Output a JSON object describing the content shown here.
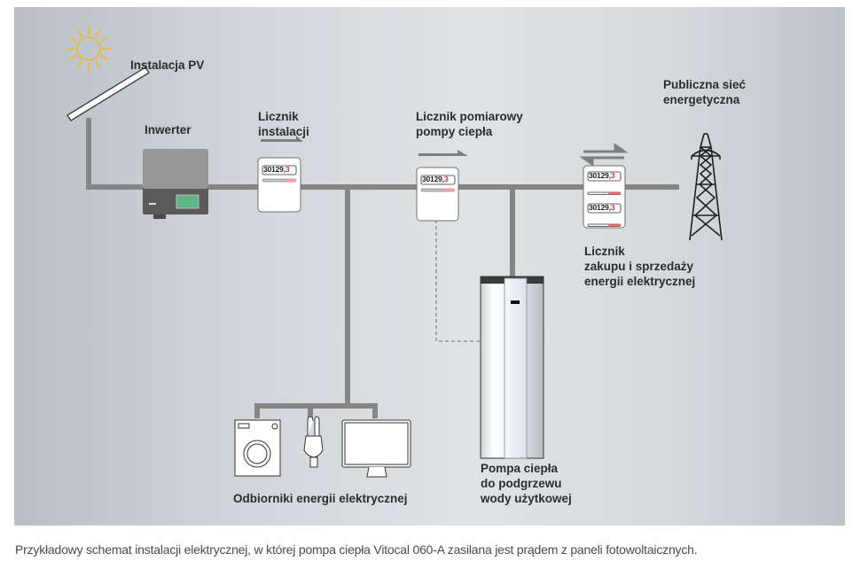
{
  "diagram": {
    "labels": {
      "pv": "Instalacja PV",
      "inverter": "Inwerter",
      "meter_install_1": "Licznik",
      "meter_install_2": "instalacji",
      "meter_hp_1": "Licznik pomiarowy",
      "meter_hp_2": "pompy ciepła",
      "grid_1": "Publiczna sieć",
      "grid_2": "energetyczna",
      "meter_bidir_1": "Licznik",
      "meter_bidir_2": "zakupu i sprzedaży",
      "meter_bidir_3": "energii elektrycznej",
      "consumers": "Odbiorniki energii elektrycznej",
      "heat_pump_1": "Pompa ciepła",
      "heat_pump_2": "do podgrzewu",
      "heat_pump_3": "wody użytkowej"
    },
    "meter_reading_main": "30129,",
    "meter_reading_decimal": "3",
    "colors": {
      "wire": "#858585",
      "sun": "#eab948",
      "inverter_display": "#5db487",
      "meter_red": "#d8373a"
    }
  },
  "caption": "Przykładowy schemat instalacji elektrycznej, w której pompa ciepła Vitocal 060-A zasilana jest prądem z paneli fotowoltaicznych."
}
